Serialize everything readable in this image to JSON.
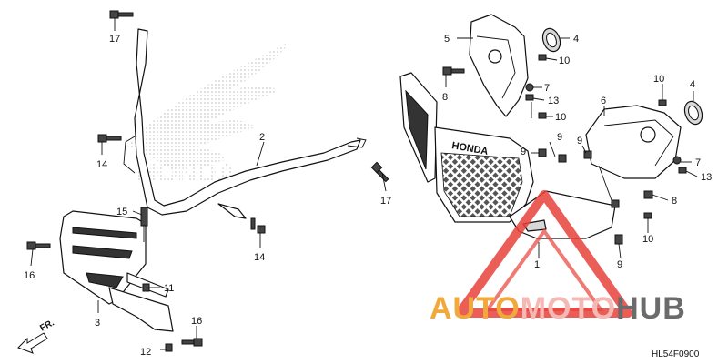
{
  "diagram": {
    "code": "HL54F0900",
    "front_marker": "FR.",
    "grille_text": "HONDA",
    "callouts": [
      {
        "id": "c1",
        "text": "1"
      },
      {
        "id": "c2",
        "text": "2"
      },
      {
        "id": "c3",
        "text": "3"
      },
      {
        "id": "c4a",
        "text": "4"
      },
      {
        "id": "c4b",
        "text": "4"
      },
      {
        "id": "c5",
        "text": "5"
      },
      {
        "id": "c6",
        "text": "6"
      },
      {
        "id": "c7a",
        "text": "7"
      },
      {
        "id": "c7b",
        "text": "7"
      },
      {
        "id": "c8a",
        "text": "8"
      },
      {
        "id": "c8b",
        "text": "8"
      },
      {
        "id": "c9a",
        "text": "9"
      },
      {
        "id": "c9b",
        "text": "9"
      },
      {
        "id": "c9c",
        "text": "9"
      },
      {
        "id": "c9d",
        "text": "9"
      },
      {
        "id": "c10a",
        "text": "10"
      },
      {
        "id": "c10b",
        "text": "10"
      },
      {
        "id": "c10c",
        "text": "10"
      },
      {
        "id": "c10d",
        "text": "10"
      },
      {
        "id": "c11",
        "text": "11"
      },
      {
        "id": "c12",
        "text": "12"
      },
      {
        "id": "c13a",
        "text": "13"
      },
      {
        "id": "c13b",
        "text": "13"
      },
      {
        "id": "c14a",
        "text": "14"
      },
      {
        "id": "c14b",
        "text": "14"
      },
      {
        "id": "c15",
        "text": "15"
      },
      {
        "id": "c16a",
        "text": "16"
      },
      {
        "id": "c16b",
        "text": "16"
      },
      {
        "id": "c17a",
        "text": "17"
      },
      {
        "id": "c17b",
        "text": "17"
      }
    ]
  },
  "watermark": {
    "part1": "AUTO",
    "part2": "MOTO",
    "part3": "HUB",
    "colors": {
      "part1": "#f2a93b",
      "part2": "#f4b9b5",
      "part3": "#6b6b6b",
      "triangle": "#e8413a"
    }
  }
}
